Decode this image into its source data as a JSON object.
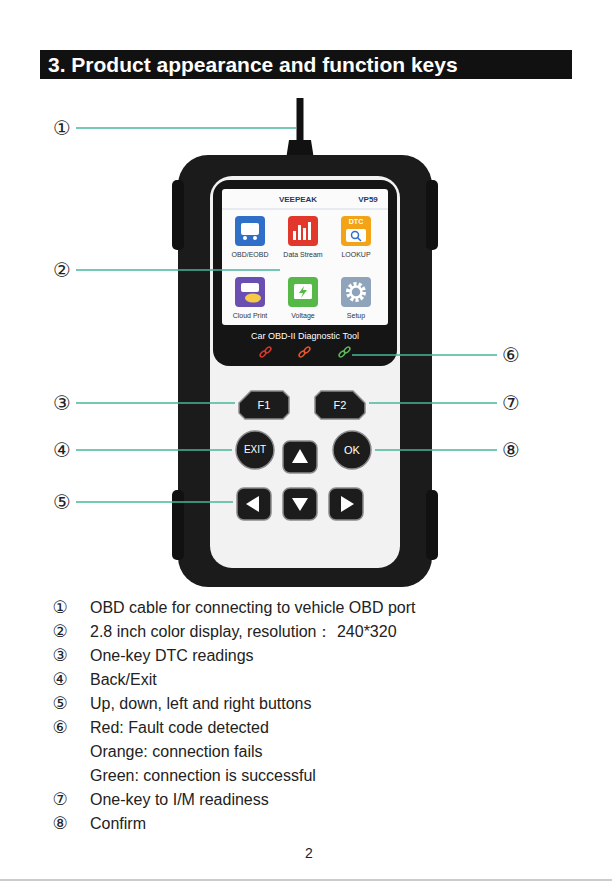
{
  "diagram": {
    "title": "3. Product appearance and function keys",
    "nodes": [
      {
        "text": [
          "F1"
        ]
      },
      {
        "text": [
          "F2"
        ]
      },
      {
        "text": [
          "EXIT"
        ]
      },
      {
        "text": [
          "OK"
        ]
      }
    ],
    "labels": [
      "①",
      "②",
      "⑥",
      "③",
      "⑦",
      "④",
      "⑧",
      "⑤",
      "VEEPEAK",
      "VP59",
      "DTC",
      "OBD/EOBD",
      "Data Stream",
      "LOOKUP",
      "Cloud Print",
      "Voltage",
      "Setup",
      "Car OBD-II Diagnostic Tool",
      "①",
      "OBD cable for connecting to vehicle OBD port",
      "②",
      "2.8 inch color display, resolution： 240*320",
      "③",
      "One-key DTC readings",
      "④",
      "Back/Exit",
      "⑤",
      "Up, down, left and right buttons",
      "⑥",
      "Red: Fault code detected",
      "Orange: connection fails",
      "Green: connection is successful",
      "⑦",
      "One-key to I/M readiness",
      "⑧",
      "Confirm",
      "2"
    ]
  }
}
